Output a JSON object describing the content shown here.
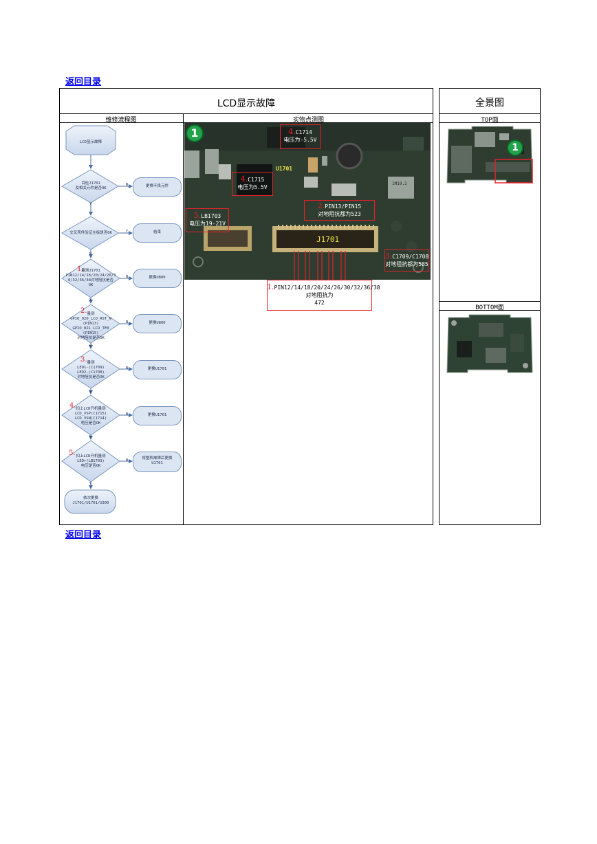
{
  "links": {
    "back_top": "返回目录",
    "back_bottom": "返回目录"
  },
  "main_title": "LCD显示故障",
  "panorama_title": "全景图",
  "columns": {
    "flow": "维修流程图",
    "photo": "实物点测图",
    "top": "TOP面",
    "bottom": "BOTTOM面"
  },
  "flowchart": {
    "start": "LCD显示故障",
    "d1": "目检J1701\n及相关元件是否OK",
    "r1": "更换不良元件",
    "d2": "交叉壳件验证主板是否OK",
    "r2": "结束",
    "d3_num": "1.",
    "d3": "量测J1701\nPIN12/14/18/20/24/26/3\n0/32/36/38对地阻抗是否\nOK",
    "r3": "更换U800",
    "d4_num": "2.",
    "d4": "量测\nGPIO_020_LCD_RST_N\n(PIN13)\nGPIO_021_LCD_TE0\n(PIN15)\n对地阻抗是否OK",
    "r4": "更换U800",
    "d5_num": "3.",
    "d5": "量测\nLED1-(C1709)\nLED2-(C1708)\n对地阻抗是否OK",
    "r5": "更换U1701",
    "d6_num": "4.",
    "d6": "扣上LCD开机量测\nLCD_VSP(C1715)\nLCD_VSN(C1714)\n电压是否OK",
    "r6": "更换U1701",
    "d7_num": "5.",
    "d7": "扣上LCD开机量测\nLED+(LB1703)\n电压是否OK",
    "r7": "将整机故障后更换\nU1701",
    "end": "依次更换\nJ1701/U1701/U300",
    "y": "Y",
    "n": "N"
  },
  "photo": {
    "badge": "1",
    "ic_label": "U1701",
    "conn_label": "J1701",
    "a4a_num": "4.",
    "a4a_ref": "C1714",
    "a4a_text": "电压为-5.5V",
    "a4b_num": "4.",
    "a4b_ref": "C1715",
    "a4b_text": "电压为5.5V",
    "a5_num": "5.",
    "a5_ref": "LB1703",
    "a5_text": "电压为19-21V",
    "a2_num": "2.",
    "a2_ref": "PIN13/PIN15",
    "a2_text": "对地阻抗都为523",
    "a3_num": "3.",
    "a3_ref": "C1709/C1708",
    "a3_text": "对地阻抗都为585",
    "a1_num": "1.",
    "a1_ref": "PIN12/14/18/20/24/26/30/32/36/38",
    "a1_text": "对地阻抗为",
    "a1_value": "472",
    "small_chip": "1M19.2"
  },
  "panorama": {
    "badge": "1"
  },
  "colors": {
    "annotation": "#e8202a",
    "badge": "#22a24a",
    "pcb": "#2e3d30",
    "terminator": "#dce6f3"
  }
}
